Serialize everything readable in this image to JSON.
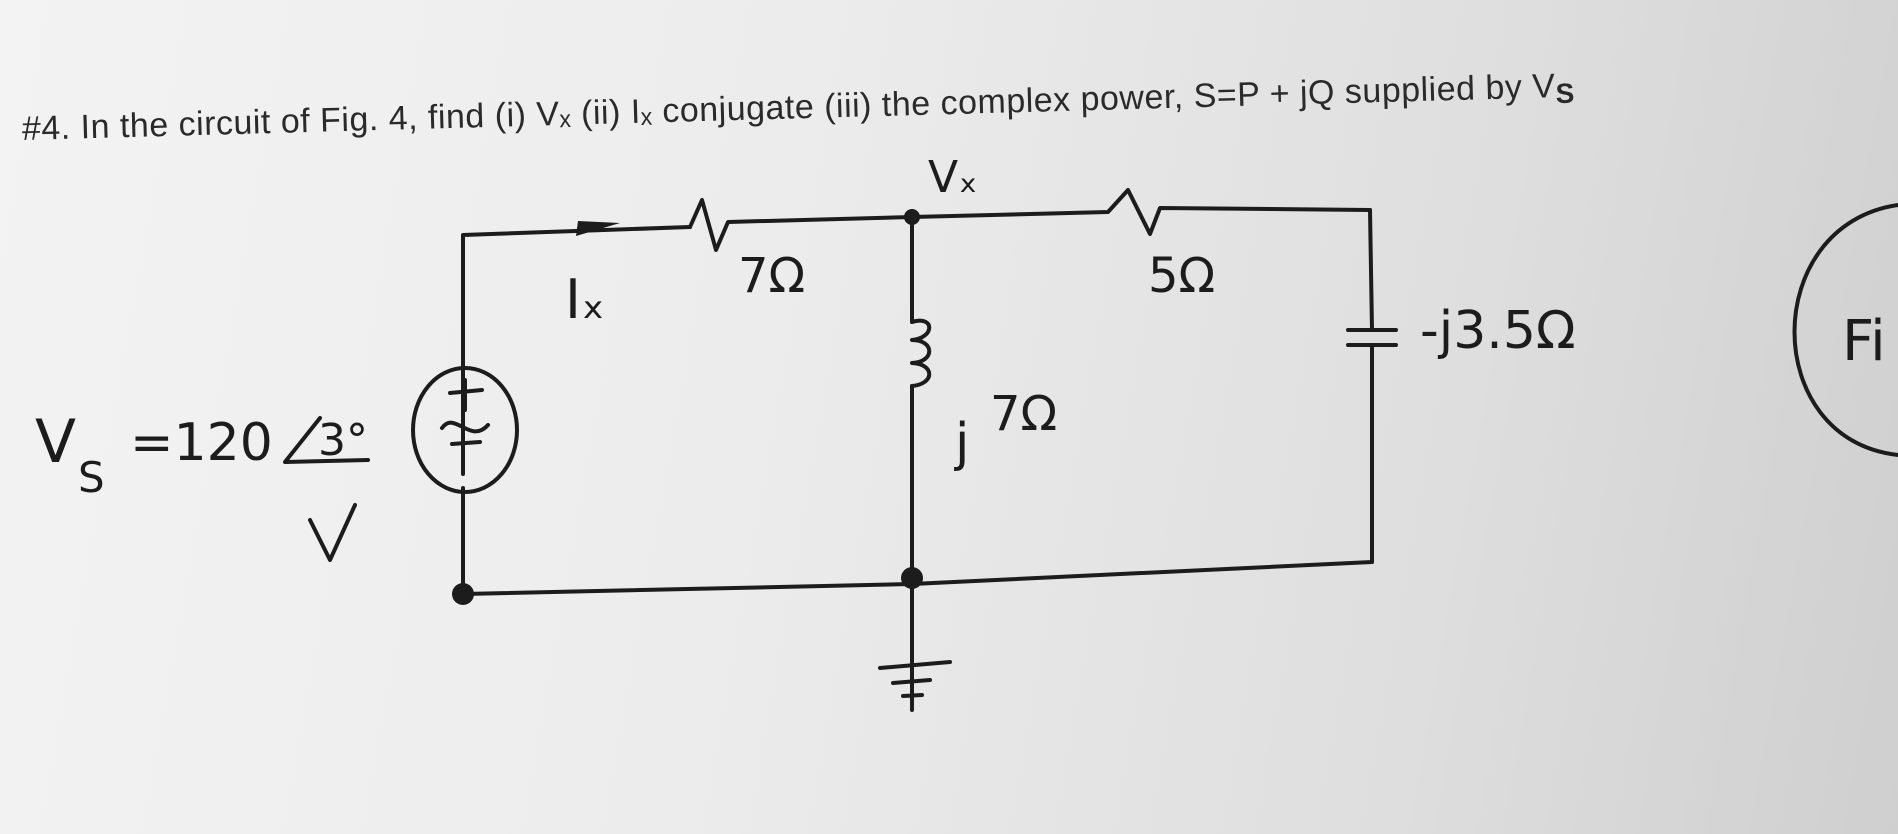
{
  "problem": {
    "number": "#4.",
    "text": "In the circuit of Fig. 4, find (i) Vₓ (ii) Iₓ conjugate (iii) the complex power, S=P + jQ supplied by V",
    "vs_subscript": "S"
  },
  "circuit": {
    "node_label": "Vₓ",
    "current_label": "Iₓ",
    "resistor_1": "7Ω",
    "resistor_2": "5Ω",
    "inductor": "j7Ω",
    "inductor_j": "j",
    "inductor_value": "7Ω",
    "capacitor": "-j3.5Ω",
    "source_label": "V",
    "source_subscript": "S",
    "source_value": "=120",
    "source_angle": "3°",
    "source_unit": "V",
    "fig_fragment": "Fi"
  },
  "colors": {
    "ink": "#1c1c1c",
    "paper": "#ececec"
  }
}
